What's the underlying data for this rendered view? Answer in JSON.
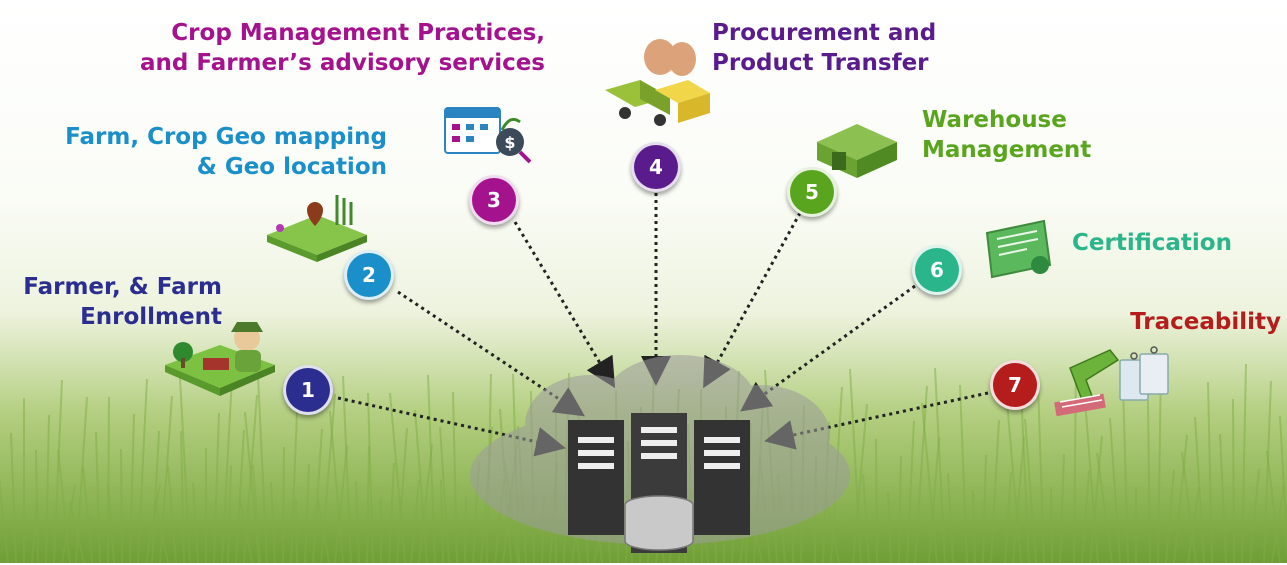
{
  "colors": {
    "step1": "#2b2d8f",
    "step2": "#1a8fc9",
    "step3": "#a4128e",
    "step4": "#5a1c8c",
    "step5": "#5aa51e",
    "step6": "#2bb58a",
    "step7": "#b51c1c"
  },
  "steps": [
    {
      "number": "1",
      "lines": [
        "Farmer, & Farm",
        "Enrollment"
      ],
      "icon": "farmer-field-icon"
    },
    {
      "number": "2",
      "lines": [
        "Farm, Crop Geo mapping",
        "& Geo location"
      ],
      "icon": "geo-map-crop-icon"
    },
    {
      "number": "3",
      "lines": [
        "Crop Management Practices,",
        "and Farmer’s advisory services"
      ],
      "icon": "calendar-advisory-icon"
    },
    {
      "number": "4",
      "lines": [
        "Procurement and",
        "Product Transfer"
      ],
      "icon": "truck-sacks-icon"
    },
    {
      "number": "5",
      "lines": [
        "Warehouse",
        "Management"
      ],
      "icon": "warehouse-icon"
    },
    {
      "number": "6",
      "lines": [
        "Certification"
      ],
      "icon": "certificate-icon"
    },
    {
      "number": "7",
      "lines": [
        "Traceability"
      ],
      "icon": "barcode-scanner-icon"
    }
  ],
  "hub": {
    "icon": "cloud-server-database-icon"
  }
}
